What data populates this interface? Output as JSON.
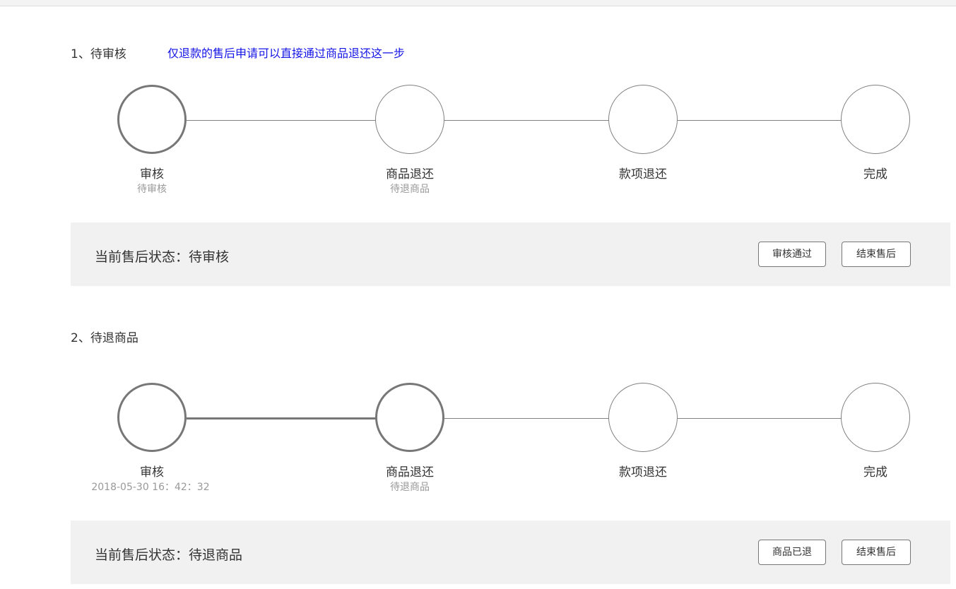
{
  "sections": [
    {
      "title": "1、待审核",
      "note": "仅退款的售后申请可以直接通过商品退还这一步",
      "steps": [
        {
          "label": "审核",
          "sub": "待审核"
        },
        {
          "label": "商品退还",
          "sub": "待退商品"
        },
        {
          "label": "款项退还",
          "sub": ""
        },
        {
          "label": "完成",
          "sub": ""
        }
      ],
      "status_prefix": "当前售后状态：",
      "status_value": "待审核",
      "status_text": "当前售后状态：待审核",
      "buttons": [
        "审核通过",
        "结束售后"
      ]
    },
    {
      "title": "2、待退商品",
      "steps": [
        {
          "label": "审核",
          "sub": "2018-05-30 16：42：32"
        },
        {
          "label": "商品退还",
          "sub": "待退商品"
        },
        {
          "label": "款项退还",
          "sub": ""
        },
        {
          "label": "完成",
          "sub": ""
        }
      ],
      "status_text": "当前售后状态：待退商品",
      "buttons": [
        "商品已退",
        "结束售后"
      ]
    }
  ],
  "colors": {
    "note": "#1414e6",
    "panel_bg": "#f1f1f1",
    "line": "#808080",
    "active_circle": "#777777",
    "sub_text": "#999999"
  }
}
